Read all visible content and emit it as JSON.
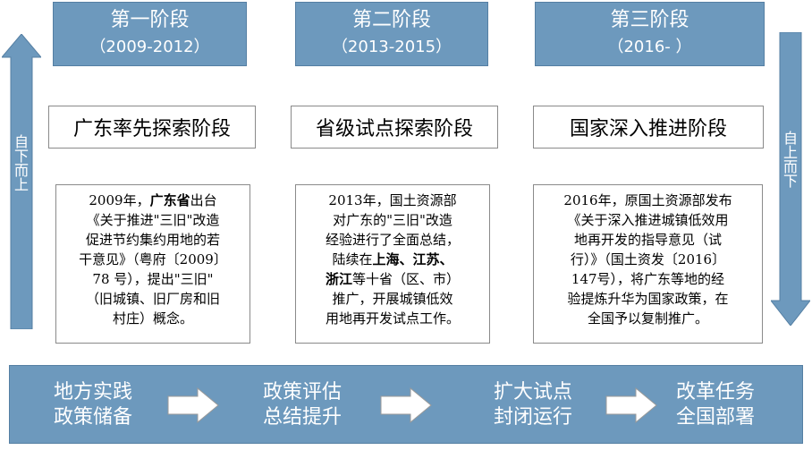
{
  "phases": [
    {
      "name": "第一阶段",
      "years": "（2009-2012）",
      "stage": "广东率先探索阶段",
      "desc": [
        [
          {
            "t": "2009年，"
          },
          {
            "t": "广东省",
            "b": true
          },
          {
            "t": "出台"
          }
        ],
        [
          {
            "t": "《关于推进\"三旧\"改造"
          }
        ],
        [
          {
            "t": "促进节约集约用地的若"
          }
        ],
        [
          {
            "t": "干意见》（粤府〔2009〕"
          }
        ],
        [
          {
            "t": "78 号），提出\"三旧\""
          }
        ],
        [
          {
            "t": "（旧城镇、旧厂房和旧"
          }
        ],
        [
          {
            "t": "村庄）概念。"
          }
        ]
      ]
    },
    {
      "name": "第二阶段",
      "years": "（2013-2015）",
      "stage": "省级试点探索阶段",
      "desc": [
        [
          {
            "t": "2013年，国土资源部"
          }
        ],
        [
          {
            "t": "对广东的\"三旧\"改造"
          }
        ],
        [
          {
            "t": "经验进行了全面总结，"
          }
        ],
        [
          {
            "t": "陆续在"
          },
          {
            "t": "上海、江苏、",
            "b": true
          }
        ],
        [
          {
            "t": "浙江",
            "b": true
          },
          {
            "t": "等十省（区、市）"
          }
        ],
        [
          {
            "t": "推广，开展城镇低效"
          }
        ],
        [
          {
            "t": "用地再开发试点工作。"
          }
        ]
      ]
    },
    {
      "name": "第三阶段",
      "years": "（2016-  ）",
      "stage": "国家深入推进阶段",
      "desc": [
        [
          {
            "t": "2016年，原国土资源部发布"
          }
        ],
        [
          {
            "t": "《关于深入推进城镇低效用"
          }
        ],
        [
          {
            "t": "地再开发的指导意见（试"
          }
        ],
        [
          {
            "t": "行）》（国土资发〔2016〕"
          }
        ],
        [
          {
            "t": "147号），将广东等地的经"
          }
        ],
        [
          {
            "t": "验提炼升华为国家政策，在"
          }
        ],
        [
          {
            "t": "全国予以复制推广。"
          }
        ]
      ]
    }
  ],
  "left_arrow_label": "自下而上",
  "right_arrow_label": "自上而下",
  "bottom_flow": [
    {
      "line1": "地方实践",
      "line2": "政策储备"
    },
    {
      "line1": "政策评估",
      "line2": "总结提升"
    },
    {
      "line1": "扩大试点",
      "line2": "封闭运行"
    },
    {
      "line1": "改革任务",
      "line2": "全国部署"
    }
  ],
  "colors": {
    "accent": "#6d99bd",
    "accent_border": "#557fa3",
    "box_border": "#8a8a8a"
  }
}
